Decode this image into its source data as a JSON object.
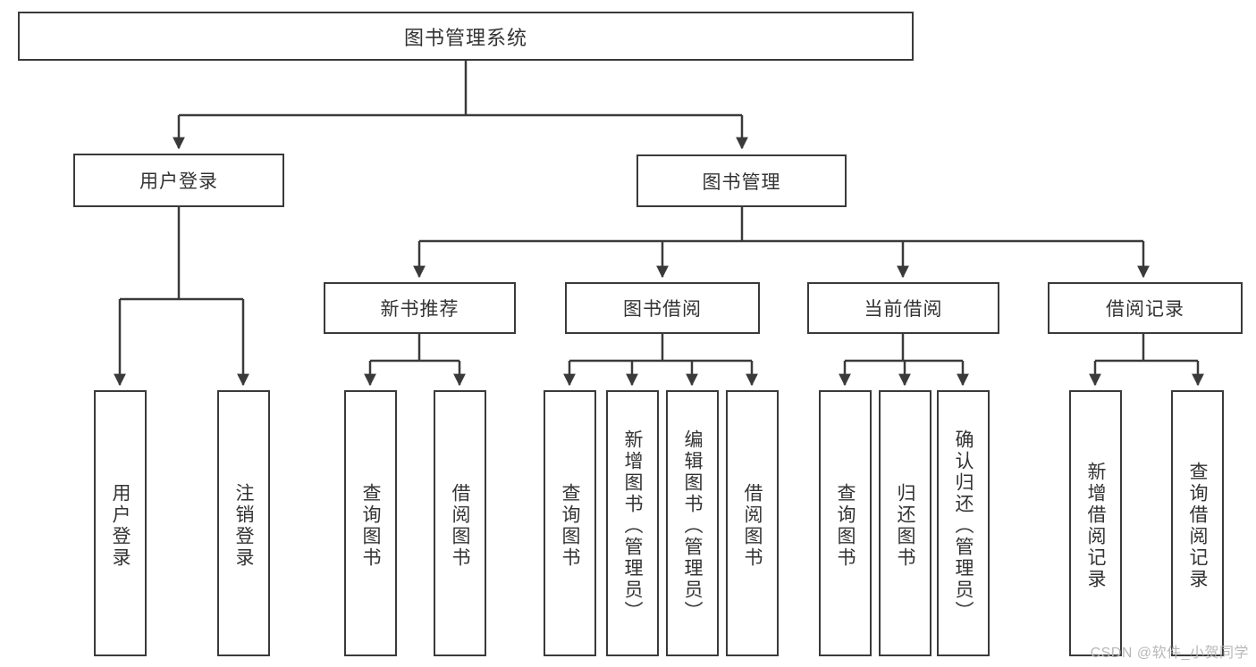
{
  "diagram": {
    "title": "图书管理系统",
    "type": "hierarchy-tree",
    "root": {
      "label": "图书管理系统"
    },
    "level1": [
      {
        "label": "用户登录"
      },
      {
        "label": "图书管理"
      }
    ],
    "level2": [
      {
        "label": "新书推荐",
        "parent": "图书管理"
      },
      {
        "label": "图书借阅",
        "parent": "图书管理"
      },
      {
        "label": "当前借阅",
        "parent": "图书管理"
      },
      {
        "label": "借阅记录",
        "parent": "图书管理"
      }
    ],
    "leaves": [
      {
        "label": "用户登录",
        "parent": "用户登录"
      },
      {
        "label": "注销登录",
        "parent": "用户登录"
      },
      {
        "label": "查询图书",
        "parent": "新书推荐"
      },
      {
        "label": "借阅图书",
        "parent": "新书推荐"
      },
      {
        "label": "查询图书",
        "parent": "图书借阅"
      },
      {
        "label": "新增图书（管理员）",
        "parent": "图书借阅"
      },
      {
        "label": "编辑图书（管理员）",
        "parent": "图书借阅"
      },
      {
        "label": "借阅图书",
        "parent": "图书借阅"
      },
      {
        "label": "查询图书",
        "parent": "当前借阅"
      },
      {
        "label": "归还图书",
        "parent": "当前借阅"
      },
      {
        "label": "确认归还（管理员）",
        "parent": "当前借阅"
      },
      {
        "label": "新增借阅记录",
        "parent": "借阅记录"
      },
      {
        "label": "查询借阅记录",
        "parent": "借阅记录"
      }
    ]
  },
  "watermark": {
    "text": "CSDN @软件_小贺同学"
  },
  "colors": {
    "stroke": "#3a3a3a",
    "text": "#333333",
    "background": "#ffffff",
    "watermark": "#b8b8b8"
  }
}
